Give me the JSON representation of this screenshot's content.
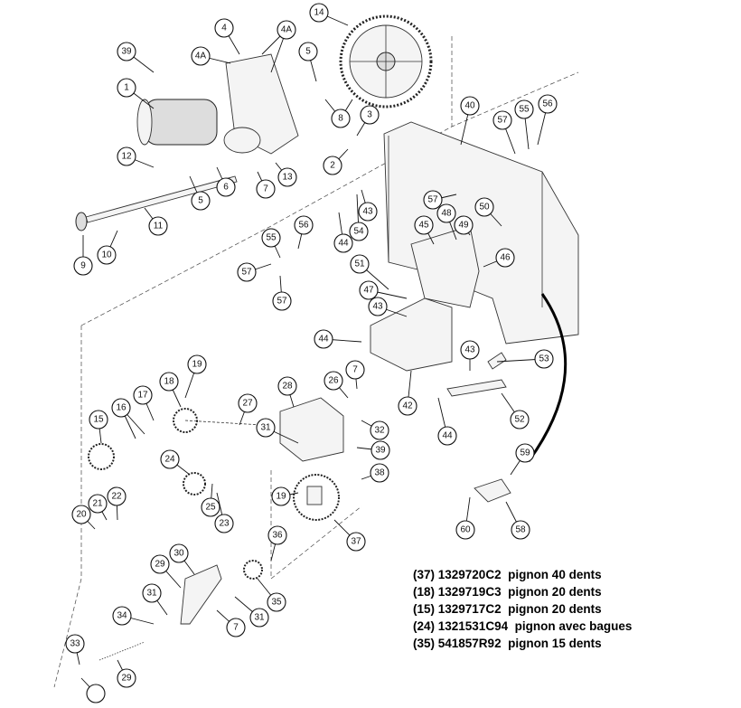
{
  "diagram": {
    "callouts": [
      "39",
      "1",
      "4",
      "4A",
      "4A",
      "4A",
      "5",
      "8",
      "3",
      "2",
      "14",
      "12",
      "5",
      "6",
      "7",
      "13",
      "11",
      "9",
      "10",
      "40",
      "57",
      "55",
      "56",
      "43",
      "44",
      "54",
      "57",
      "45",
      "48",
      "49",
      "50",
      "56",
      "55",
      "57",
      "57",
      "51",
      "47",
      "43",
      "46",
      "44",
      "53",
      "43",
      "42",
      "44",
      "52",
      "19",
      "18",
      "17",
      "16",
      "15",
      "26",
      "7",
      "28",
      "27",
      "31",
      "32",
      "39",
      "24",
      "25",
      "23",
      "22",
      "21",
      "20",
      "38",
      "19",
      "37",
      "36",
      "59",
      "60",
      "58",
      "29",
      "30",
      "35",
      "31",
      "7",
      "34",
      "31",
      "33",
      "29"
    ]
  },
  "legend": [
    "(37) 1329720C2  pignon 40 dents",
    "(18) 1329719C3  pignon 20 dents",
    "(15) 1329717C2  pignon 20 dents",
    "(24) 1321531C94  pignon avec bagues",
    "(35) 541857R92  pignon 15 dents"
  ]
}
